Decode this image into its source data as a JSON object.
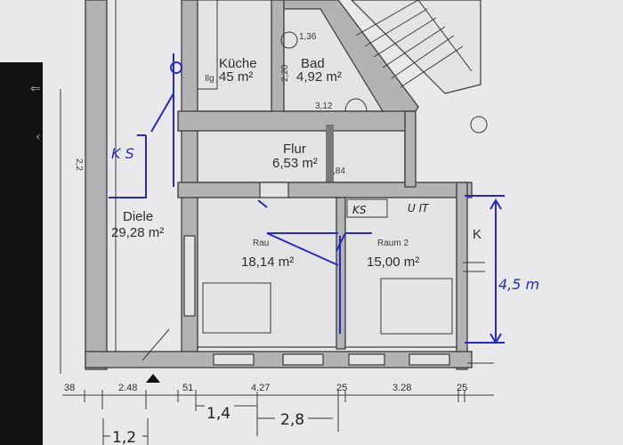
{
  "rooms": {
    "kueche": {
      "name": "Küche",
      "area": "45 m²",
      "mark": "Ilg"
    },
    "bad": {
      "name": "Bad",
      "area": "4,92 m²"
    },
    "flur": {
      "name": "Flur",
      "area": "6,53 m²"
    },
    "diele": {
      "name": "Diele",
      "area": "29,28 m²"
    },
    "raum1": {
      "name": "Rau",
      "area": "18,14 m²"
    },
    "raum2": {
      "name": "Raum 2",
      "area": "15,00 m²"
    },
    "k": {
      "name": "K"
    }
  },
  "small_dims": {
    "bad_top": "1,36",
    "bad_side": "2,20",
    "bad_bottom": "3,12",
    "flur": ",84",
    "left": "2,2"
  },
  "dimension_row": [
    "38",
    "2.48",
    "51",
    "4.27",
    "25",
    "3.28",
    "25"
  ],
  "handwritten": {
    "ks_left": "K S",
    "ks_raum2": "KS",
    "uit": "U IT",
    "height": "4,5 m",
    "w1": "1,4",
    "w2": "2,8",
    "w3": "1,2"
  },
  "colors": {
    "ink": "#2a2ab8",
    "wall": "#b3b3b5",
    "paper": "#e9e9ec"
  }
}
